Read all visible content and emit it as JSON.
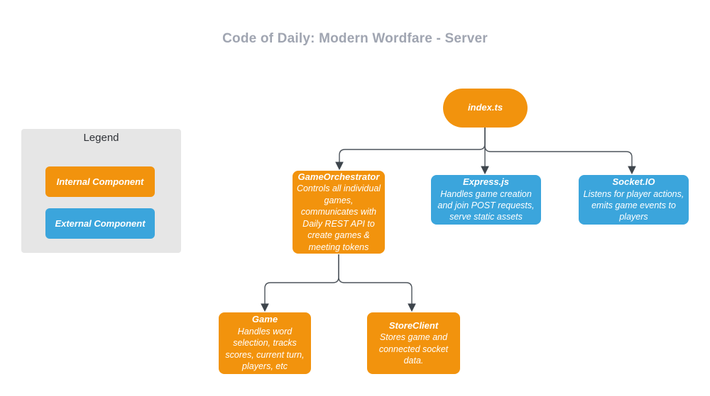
{
  "title": "Code of Daily: Modern Wordfare - Server",
  "colors": {
    "internal": "#F2930D",
    "external": "#3BA5DC",
    "title_text": "#A0A5B1",
    "connector": "#4D545B",
    "arrowhead": "#3E454C",
    "legend_bg": "#E6E6E6",
    "node_text": "#FFFFFF"
  },
  "legend": {
    "title": "Legend",
    "items": [
      {
        "label": "Internal Component",
        "type": "internal"
      },
      {
        "label": "External Component",
        "type": "external"
      }
    ]
  },
  "nodes": [
    {
      "id": "index-ts",
      "title": "index.ts",
      "body": "",
      "type": "internal",
      "shape": "pill"
    },
    {
      "id": "game-orchestrator",
      "title": "GameOrchestrator",
      "body": "Controls all individual games, communicates with Daily REST API to create games & meeting tokens",
      "type": "internal",
      "shape": "rounded-rect"
    },
    {
      "id": "express-js",
      "title": "Express.js",
      "body": "Handles game creation and join POST requests, serve static assets",
      "type": "external",
      "shape": "rounded-rect"
    },
    {
      "id": "socket-io",
      "title": "Socket.IO",
      "body": "Listens for player actions, emits game events to players",
      "type": "external",
      "shape": "rounded-rect"
    },
    {
      "id": "game",
      "title": "Game",
      "body": "Handles word selection, tracks scores, current turn, players, etc",
      "type": "internal",
      "shape": "rounded-rect"
    },
    {
      "id": "store-client",
      "title": "StoreClient",
      "body": "Stores game and connected socket data.",
      "type": "internal",
      "shape": "rounded-rect"
    }
  ],
  "edges": [
    {
      "from": "index-ts",
      "to": "game-orchestrator"
    },
    {
      "from": "index-ts",
      "to": "express-js"
    },
    {
      "from": "index-ts",
      "to": "socket-io"
    },
    {
      "from": "game-orchestrator",
      "to": "game"
    },
    {
      "from": "game-orchestrator",
      "to": "store-client"
    }
  ]
}
